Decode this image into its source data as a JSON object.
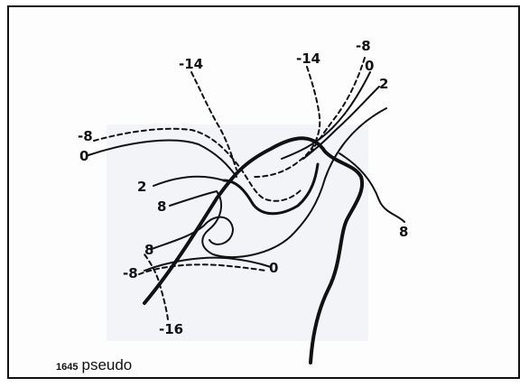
{
  "contour_labels": {
    "top_left_14": "-14",
    "top_mid_14": "-14",
    "top_right_8": "-8",
    "top_right_0": "0",
    "top_right_2": "2",
    "left_8": "-8",
    "left_0": "0",
    "left_2": "2",
    "left_8b": "8",
    "lower_8": "8",
    "lower_neg8": "-8",
    "lower_0": "0",
    "bottom_16": "-16",
    "right_8": "8"
  },
  "caption": {
    "number": "1645",
    "word": "pseudo"
  },
  "colors": {
    "ink": "#111111",
    "frame": "#111111"
  }
}
